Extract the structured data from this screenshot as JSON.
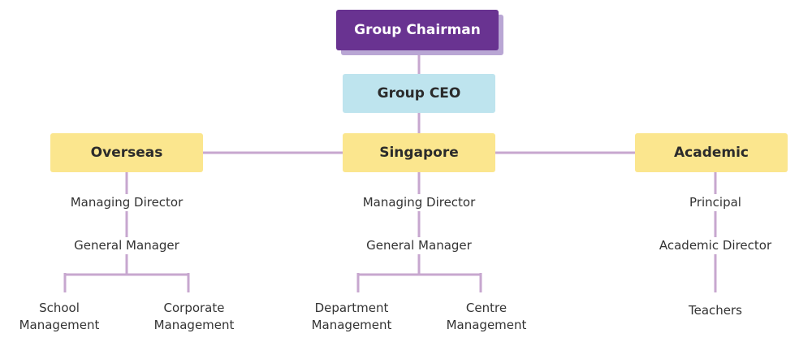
{
  "chairman": {
    "label": "Group Chairman"
  },
  "ceo": {
    "label": "Group CEO"
  },
  "divisions": {
    "overseas": {
      "label": "Overseas",
      "roles": [
        "Managing Director",
        "General Manager"
      ],
      "leaves": [
        {
          "line1": "School",
          "line2": "Management"
        },
        {
          "line1": "Corporate",
          "line2": "Management"
        }
      ]
    },
    "singapore": {
      "label": "Singapore",
      "roles": [
        "Managing Director",
        "General Manager"
      ],
      "leaves": [
        {
          "line1": "Department",
          "line2": "Management"
        },
        {
          "line1": "Centre",
          "line2": "Management"
        }
      ]
    },
    "academic": {
      "label": "Academic",
      "roles": [
        "Principal",
        "Academic Director",
        "Teachers"
      ]
    }
  },
  "colors": {
    "chairman": "#693391",
    "chairman_shadow": "#b9a6d4",
    "ceo": "#bee4ee",
    "division": "#fbe68e",
    "connector": "#c7a7cf"
  }
}
